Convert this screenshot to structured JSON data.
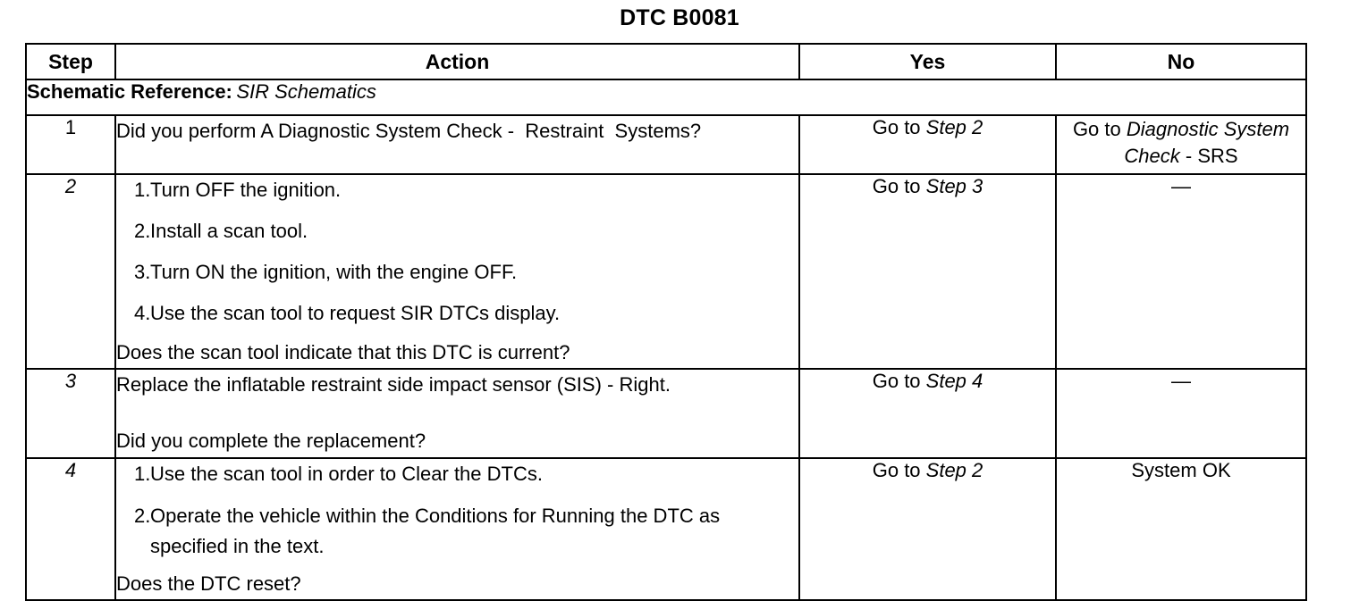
{
  "document": {
    "title": "DTC B0081"
  },
  "table": {
    "headers": {
      "step": "Step",
      "action": "Action",
      "yes": "Yes",
      "no": "No"
    },
    "schematic": {
      "label": "Schematic Reference:",
      "value": "SIR Schematics"
    },
    "rows": [
      {
        "step": "1",
        "action_lead": "Did you perform A Diagnostic System Check -  Restraint  Systems?",
        "action_list": [],
        "action_tail": "",
        "yes_prefix": "Go to ",
        "yes_italic": "Step 2",
        "yes_suffix": "",
        "no_prefix": "Go to ",
        "no_italic": "Diagnostic System Check",
        "no_suffix": " - SRS"
      },
      {
        "step": "2",
        "action_lead": "",
        "action_list": [
          {
            "num": "1.",
            "text": "Turn OFF the ignition."
          },
          {
            "num": "2.",
            "text": "Install a scan tool."
          },
          {
            "num": "3.",
            "text": "Turn ON the ignition, with the engine OFF."
          },
          {
            "num": "4.",
            "text": "Use the scan tool to request SIR DTCs display."
          }
        ],
        "action_tail": "Does the scan tool indicate that this DTC is current?",
        "yes_prefix": "Go to ",
        "yes_italic": "Step 3",
        "yes_suffix": "",
        "no_prefix": "",
        "no_italic": "",
        "no_suffix": "—"
      },
      {
        "step": "3",
        "action_lead": "Replace the inflatable restraint side impact sensor (SIS) - Right.",
        "action_list": [],
        "action_tail": "Did you complete the replacement?",
        "yes_prefix": "Go to ",
        "yes_italic": "Step 4",
        "yes_suffix": "",
        "no_prefix": "",
        "no_italic": "",
        "no_suffix": "—"
      },
      {
        "step": "4",
        "action_lead": "",
        "action_list": [
          {
            "num": "1.",
            "text": "Use the scan tool in order to Clear the DTCs."
          },
          {
            "num": "2.",
            "text": "Operate the vehicle within the Conditions for Running the DTC as specified in the text."
          }
        ],
        "action_tail": "Does the DTC reset?",
        "yes_prefix": "Go to ",
        "yes_italic": "Step 2",
        "yes_suffix": "",
        "no_prefix": "",
        "no_italic": "",
        "no_suffix": "System OK"
      }
    ]
  }
}
